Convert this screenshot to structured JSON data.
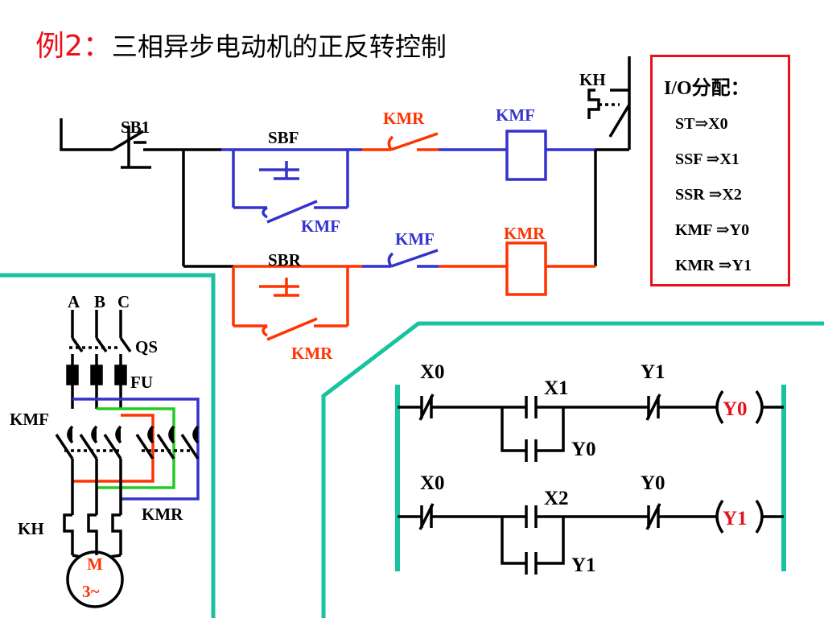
{
  "title": {
    "lead": "例2：",
    "main": "三相异步电动机的正反转控制"
  },
  "io": {
    "title": "I/O分配：",
    "rows": [
      "ST⇒X0",
      "SSF ⇒X1",
      "SSR ⇒X2",
      "KMF ⇒Y0",
      "KMR ⇒Y1"
    ]
  },
  "control": {
    "kh": "KH",
    "sb1": "SB1",
    "sbf": "SBF",
    "sbr": "SBR",
    "kmr_contact": "KMR",
    "kmf_coil": "KMF",
    "kmf_hold": "KMF",
    "kmf_contact": "KMF",
    "kmr_coil": "KMR",
    "kmr_hold": "KMR"
  },
  "main_circuit": {
    "a": "A",
    "b": "B",
    "c": "C",
    "qs": "QS",
    "fu": "FU",
    "kmf": "KMF",
    "kmr": "KMR",
    "kh": "KH",
    "motor_m": "M",
    "motor_phase": "3~"
  },
  "ladder": {
    "rung1": {
      "x0": "X0",
      "x1": "X1",
      "y1": "Y1",
      "hold": "Y0",
      "coil": "Y0"
    },
    "rung2": {
      "x0": "X0",
      "x2": "X2",
      "y0": "Y0",
      "hold": "Y1",
      "coil": "Y1"
    }
  },
  "colors": {
    "title_accent": "#e8111b",
    "forward": "#3333cc",
    "reverse": "#ff3300",
    "panel_border": "#19c3a0",
    "phase_green": "#22cc22",
    "io_border": "#e8111b"
  }
}
